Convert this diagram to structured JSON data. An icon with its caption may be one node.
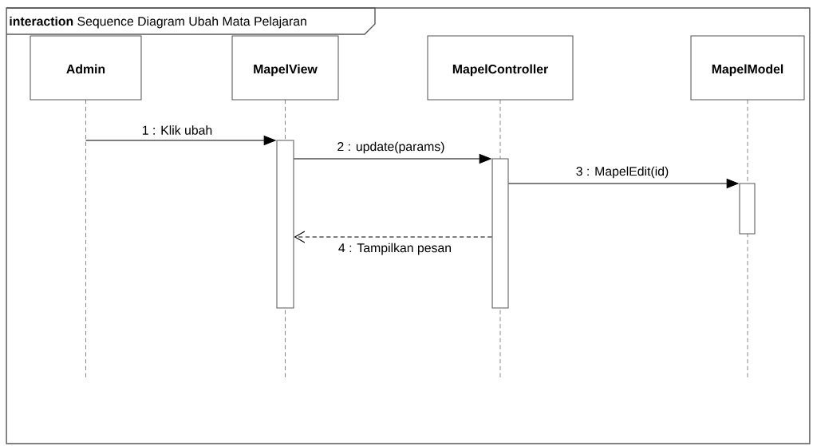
{
  "diagram": {
    "nodes": [
      {
        "text": [
          "interaction",
          "Sequence Diagram Ubah Mata Pelajaran"
        ]
      },
      {
        "text": [
          "Admin"
        ],
        "in": 0
      },
      {
        "text": [
          "MapelView"
        ],
        "in": 0
      },
      {
        "text": [
          "MapelController"
        ],
        "in": 0
      },
      {
        "text": [
          "MapelModel"
        ],
        "in": 0
      },
      {
        "text": [],
        "shape": "bar",
        "in": 0
      },
      {
        "text": [],
        "shape": "bar",
        "in": 0
      },
      {
        "text": [],
        "shape": "bar",
        "in": 0
      }
    ],
    "edges": [
      {
        "from": 1,
        "to": 5,
        "arrow": "to",
        "label": "1 : Klik ubah"
      },
      {
        "from": 5,
        "to": 6,
        "arrow": "to",
        "label": "2 : update(params)"
      },
      {
        "from": 6,
        "to": 7,
        "arrow": "to",
        "label": "3 : MapelEdit(id)"
      },
      {
        "from": 6,
        "to": 5,
        "arrow": "to",
        "label": "4 : Tampilkan pesan",
        "style": "dashed"
      }
    ]
  }
}
